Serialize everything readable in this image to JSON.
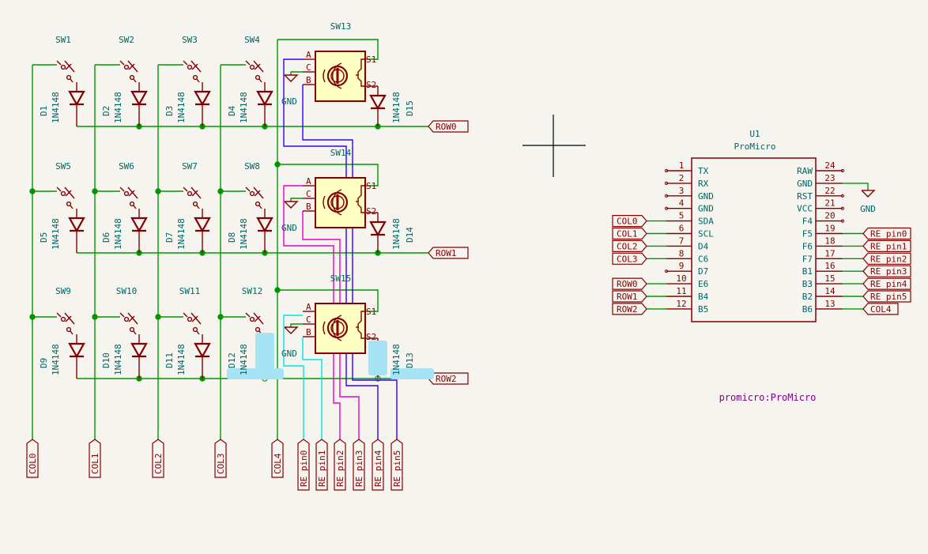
{
  "app": {
    "type": "KiCad schematic editor"
  },
  "colors": {
    "background": "#f5f4ef",
    "wire": "#009600",
    "component": "#840000",
    "component_fill": "#ffffc2",
    "reference_text": "#006464",
    "footprint_text": "#840084",
    "re_a_wire_cyan": "#00e6e6",
    "re_b_wire_magenta": "#e600c8",
    "re_c_wire_blue": "#3200ff",
    "highlight": "#a6e4f5"
  },
  "switches": [
    {
      "ref": "SW1"
    },
    {
      "ref": "SW2"
    },
    {
      "ref": "SW3"
    },
    {
      "ref": "SW4"
    },
    {
      "ref": "SW5"
    },
    {
      "ref": "SW6"
    },
    {
      "ref": "SW7"
    },
    {
      "ref": "SW8"
    },
    {
      "ref": "SW9"
    },
    {
      "ref": "SW10"
    },
    {
      "ref": "SW11"
    },
    {
      "ref": "SW12"
    }
  ],
  "diodes": [
    {
      "ref": "D1",
      "value": "1N4148"
    },
    {
      "ref": "D2",
      "value": "1N4148"
    },
    {
      "ref": "D3",
      "value": "1N4148"
    },
    {
      "ref": "D4",
      "value": "1N4148"
    },
    {
      "ref": "D5",
      "value": "1N4148"
    },
    {
      "ref": "D6",
      "value": "1N4148"
    },
    {
      "ref": "D7",
      "value": "1N4148"
    },
    {
      "ref": "D8",
      "value": "1N4148"
    },
    {
      "ref": "D9",
      "value": "1N4148"
    },
    {
      "ref": "D10",
      "value": "1N4148"
    },
    {
      "ref": "D11",
      "value": "1N4148"
    },
    {
      "ref": "D12",
      "value": "1N4148",
      "highlighted": true
    }
  ],
  "encoders": [
    {
      "ref": "SW13",
      "pins": [
        "A",
        "C",
        "B",
        "S1",
        "S2"
      ],
      "gnd": "GND",
      "diode_ref": "D15",
      "diode_value": "1N4148",
      "row": "ROW0"
    },
    {
      "ref": "SW14",
      "pins": [
        "A",
        "C",
        "B",
        "S1",
        "S2"
      ],
      "gnd": "GND",
      "diode_ref": "D14",
      "diode_value": "1N4148",
      "row": "ROW1"
    },
    {
      "ref": "SW15",
      "pins": [
        "A",
        "C",
        "B",
        "S1",
        "S2"
      ],
      "gnd": "GND",
      "diode_ref": "D13",
      "diode_value": "1N4148",
      "row": "ROW2",
      "highlighted": true
    }
  ],
  "row_labels": [
    "ROW0",
    "ROW1",
    "ROW2"
  ],
  "col_labels": [
    "COL0",
    "COL1",
    "COL2",
    "COL3",
    "COL4"
  ],
  "re_labels": [
    "RE pin0",
    "RE pin1",
    "RE pin2",
    "RE pin3",
    "RE pin4",
    "RE pin5"
  ],
  "mcu": {
    "ref": "U1",
    "value": "ProMicro",
    "footprint": "promicro:ProMicro",
    "left_pins": [
      {
        "num": "1",
        "name": "TX",
        "net": null
      },
      {
        "num": "2",
        "name": "RX",
        "net": null
      },
      {
        "num": "3",
        "name": "GND",
        "net": null
      },
      {
        "num": "4",
        "name": "GND",
        "net": null
      },
      {
        "num": "5",
        "name": "SDA",
        "net": "COL0"
      },
      {
        "num": "6",
        "name": "SCL",
        "net": "COL1"
      },
      {
        "num": "7",
        "name": "D4",
        "net": "COL2"
      },
      {
        "num": "8",
        "name": "C6",
        "net": "COL3"
      },
      {
        "num": "9",
        "name": "D7",
        "net": null
      },
      {
        "num": "10",
        "name": "E6",
        "net": "ROW0"
      },
      {
        "num": "11",
        "name": "B4",
        "net": "ROW1"
      },
      {
        "num": "12",
        "name": "B5",
        "net": "ROW2"
      }
    ],
    "right_pins": [
      {
        "num": "24",
        "name": "RAW",
        "net": null
      },
      {
        "num": "23",
        "name": "GND",
        "net": "GND"
      },
      {
        "num": "22",
        "name": "RST",
        "net": null
      },
      {
        "num": "21",
        "name": "VCC",
        "net": null
      },
      {
        "num": "20",
        "name": "F4",
        "net": null
      },
      {
        "num": "19",
        "name": "F5",
        "net": "RE pin0"
      },
      {
        "num": "18",
        "name": "F6",
        "net": "RE pin1"
      },
      {
        "num": "17",
        "name": "F7",
        "net": "RE pin2"
      },
      {
        "num": "16",
        "name": "B1",
        "net": "RE pin3"
      },
      {
        "num": "15",
        "name": "B3",
        "net": "RE pin4"
      },
      {
        "num": "14",
        "name": "B2",
        "net": "RE pin5"
      },
      {
        "num": "13",
        "name": "B6",
        "net": "COL4"
      }
    ],
    "gnd_label": "GND"
  }
}
